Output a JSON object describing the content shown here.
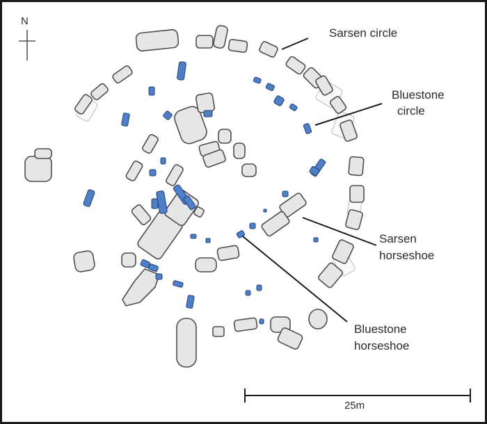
{
  "north": {
    "letter": "N"
  },
  "labels": {
    "sarsen_circle": "Sarsen circle",
    "bluestone_circle_1": "Bluestone",
    "bluestone_circle_2": "circle",
    "sarsen_horseshoe_1": "Sarsen",
    "sarsen_horseshoe_2": "horseshoe",
    "bluestone_horseshoe_1": "Bluestone",
    "bluestone_horseshoe_2": "horseshoe"
  },
  "scale_bar": {
    "label": "25m"
  },
  "colors": {
    "sarsen_fill": "#e6e6e6",
    "sarsen_stroke": "#4d4d4d",
    "bluestone_fill": "#4f7fc4",
    "bluestone_stroke": "#1f3f7a"
  }
}
